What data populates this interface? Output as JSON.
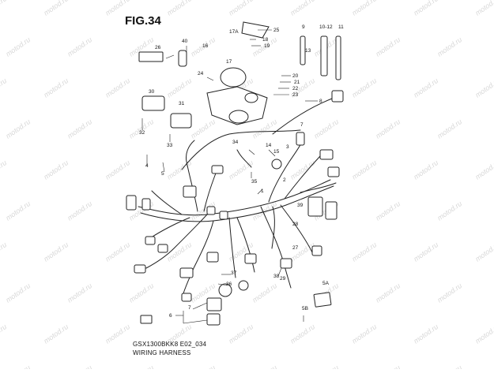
{
  "figure": {
    "title": "FIG.34",
    "code": "GSX1300BKK8 E02_034",
    "name": "WIRING HARNESS"
  },
  "watermark": "motod.ru",
  "callouts": [
    {
      "label": "25"
    },
    {
      "label": "17A"
    },
    {
      "label": "18"
    },
    {
      "label": "19"
    },
    {
      "label": "9"
    },
    {
      "label": "10-12"
    },
    {
      "label": "11"
    },
    {
      "label": "13"
    },
    {
      "label": "40"
    },
    {
      "label": "26"
    },
    {
      "label": "16"
    },
    {
      "label": "17"
    },
    {
      "label": "24"
    },
    {
      "label": "20"
    },
    {
      "label": "21"
    },
    {
      "label": "22"
    },
    {
      "label": "23"
    },
    {
      "label": "30"
    },
    {
      "label": "31"
    },
    {
      "label": "8"
    },
    {
      "label": "32"
    },
    {
      "label": "33"
    },
    {
      "label": "7"
    },
    {
      "label": "34"
    },
    {
      "label": "14"
    },
    {
      "label": "15"
    },
    {
      "label": "4"
    },
    {
      "label": "3"
    },
    {
      "label": "5"
    },
    {
      "label": "35"
    },
    {
      "label": "2"
    },
    {
      "label": "1"
    },
    {
      "label": "39"
    },
    {
      "label": "28"
    },
    {
      "label": "27"
    },
    {
      "label": "37"
    },
    {
      "label": "36"
    },
    {
      "label": "38"
    },
    {
      "label": "29"
    },
    {
      "label": "5A"
    },
    {
      "label": "7"
    },
    {
      "label": "6"
    },
    {
      "label": "5B"
    }
  ],
  "colors": {
    "line": "#222222",
    "watermark": "#d8d8d8"
  }
}
